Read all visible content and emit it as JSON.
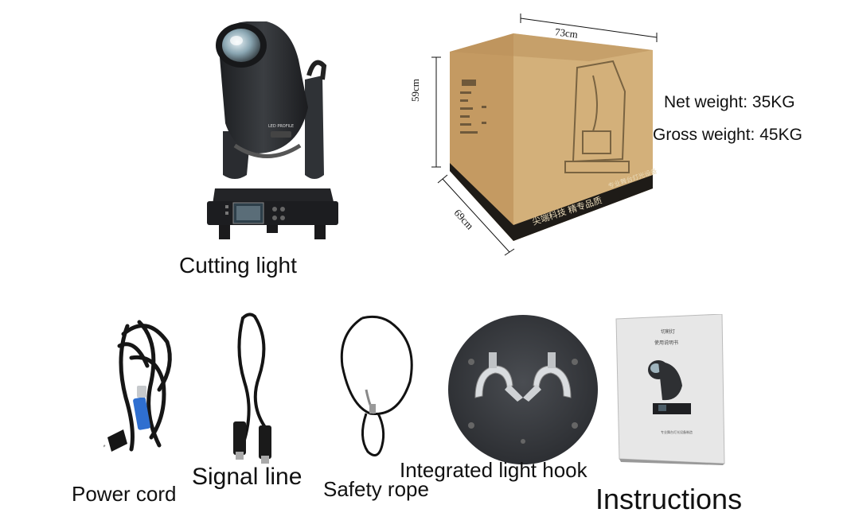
{
  "product": {
    "caption": "Cutting light",
    "badge_text": "LED PROFILE"
  },
  "box": {
    "width_label": "73cm",
    "height_label": "59cm",
    "depth_label": "69cm",
    "net_weight": "Net weight: 35KG",
    "gross_weight": "Gross weight: 45KG",
    "side_text": "尖端科技  精专品质",
    "side_text_right": "专业舞台灯光设备"
  },
  "accessories": [
    {
      "label": "Power cord"
    },
    {
      "label": "Signal line"
    },
    {
      "label": "Safety rope"
    },
    {
      "label": "Integrated light hook"
    },
    {
      "label": "Instructions"
    }
  ],
  "manual": {
    "title": "切割灯",
    "subtitle": "使用说明书",
    "footer": "专业舞台灯光设备制造"
  },
  "colors": {
    "text": "#111111",
    "box_kraft": "#c9a56f",
    "box_dark": "#1e1b17",
    "fixture_body": "#2c2e31",
    "connector_blue": "#2f6fd0",
    "hook_silver": "#d9dcdf"
  }
}
